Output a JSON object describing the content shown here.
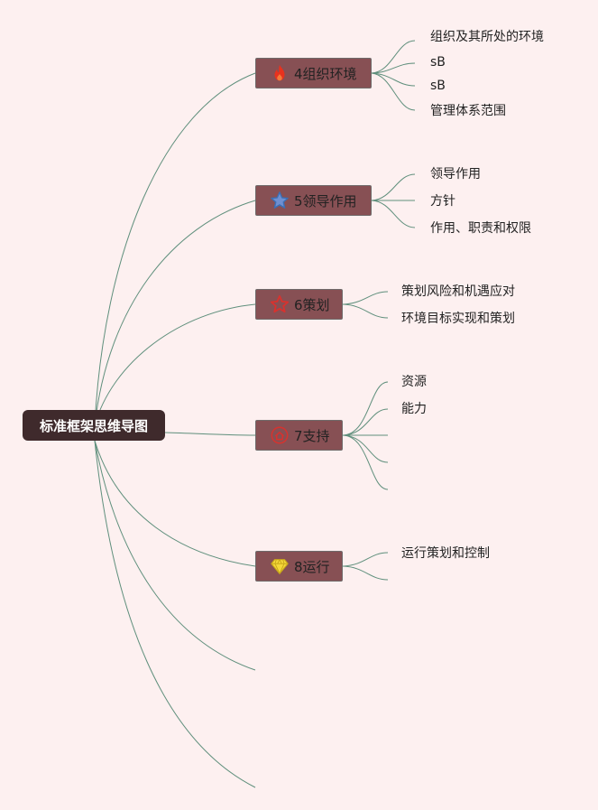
{
  "root": {
    "label": "标准框架思维导图"
  },
  "branches": [
    {
      "label": "4组织环境",
      "icon": "flame-icon",
      "children": [
        "组织及其所处的环境",
        "sB",
        "sB",
        "管理体系范围"
      ]
    },
    {
      "label": "5领导作用",
      "icon": "star-icon",
      "children": [
        "领导作用",
        "方针",
        "作用、职责和权限"
      ]
    },
    {
      "label": "6策划",
      "icon": "star-outline-icon",
      "children": [
        "策划风险和机遇应对",
        "环境目标实现和策划"
      ]
    },
    {
      "label": "7支持",
      "icon": "house-icon",
      "children": [
        "资源",
        "能力",
        "",
        "",
        ""
      ]
    },
    {
      "label": "8运行",
      "icon": "diamond-icon",
      "children": [
        "运行策划和控制",
        ""
      ]
    }
  ],
  "colors": {
    "background": "#fdf0f0",
    "root_fill": "#3f2a2c",
    "branch_fill": "#875054",
    "connector": "#5f8f7c",
    "flame": "#e8321e",
    "star": "#3a6fb5",
    "star_outline": "#d8322e",
    "house": "#d8322e",
    "diamond": "#f4d83a"
  }
}
